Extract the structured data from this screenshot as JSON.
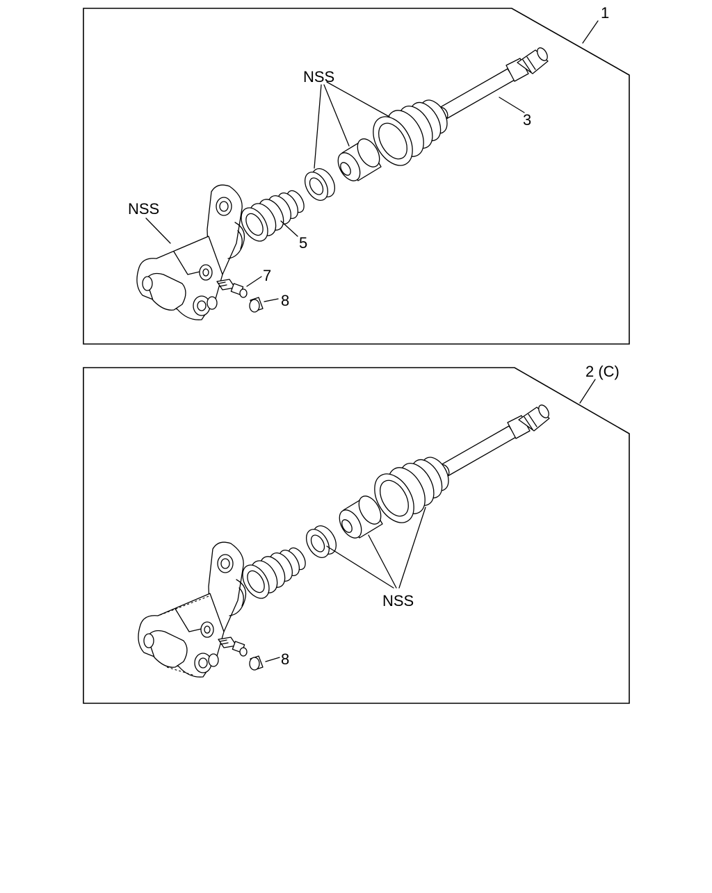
{
  "diagram": {
    "panels": [
      {
        "id": "panel-1",
        "callout_main": "1",
        "callouts": {
          "nss_a": "NSS",
          "nss_b": "NSS",
          "item_3": "3",
          "item_5": "5",
          "item_7": "7",
          "item_8": "8"
        }
      },
      {
        "id": "panel-2",
        "callout_main": "2 (C)",
        "callouts": {
          "nss": "NSS",
          "item_8": "8"
        }
      }
    ]
  },
  "colors": {
    "line": "#000000",
    "background": "#ffffff"
  }
}
